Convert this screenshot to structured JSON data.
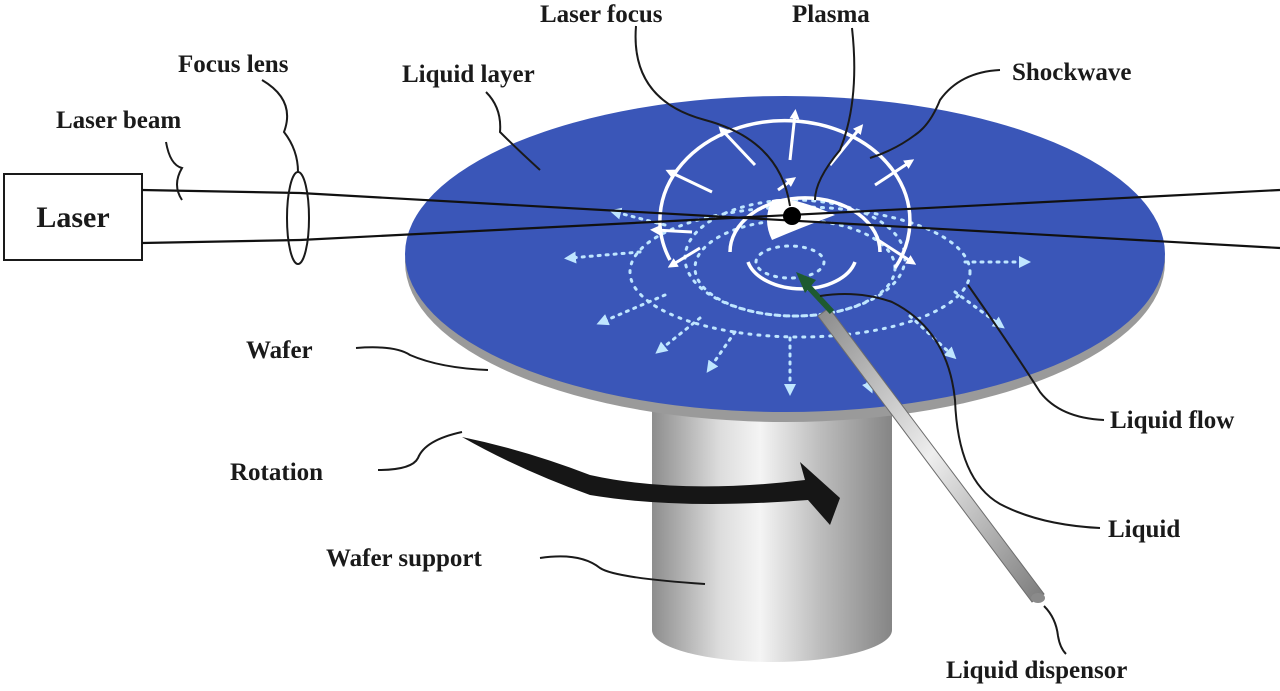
{
  "labels": {
    "laser": "Laser",
    "laser_beam": "Laser beam",
    "focus_lens": "Focus lens",
    "liquid_layer": "Liquid layer",
    "laser_focus": "Laser focus",
    "plasma": "Plasma",
    "shockwave": "Shockwave",
    "wafer": "Wafer",
    "rotation": "Rotation",
    "wafer_support": "Wafer support",
    "liquid_flow": "Liquid flow",
    "liquid": "Liquid",
    "liquid_dispensor": "Liquid dispensor"
  },
  "colors": {
    "liquid_layer": "#3a56b8",
    "wafer_edge": "#9a9a9a",
    "shockwave": "#ffffff",
    "liquid_flow": "#bfe6ff",
    "dispensor_tip": "#1e5a30",
    "rotation_arrow": "#161616"
  }
}
